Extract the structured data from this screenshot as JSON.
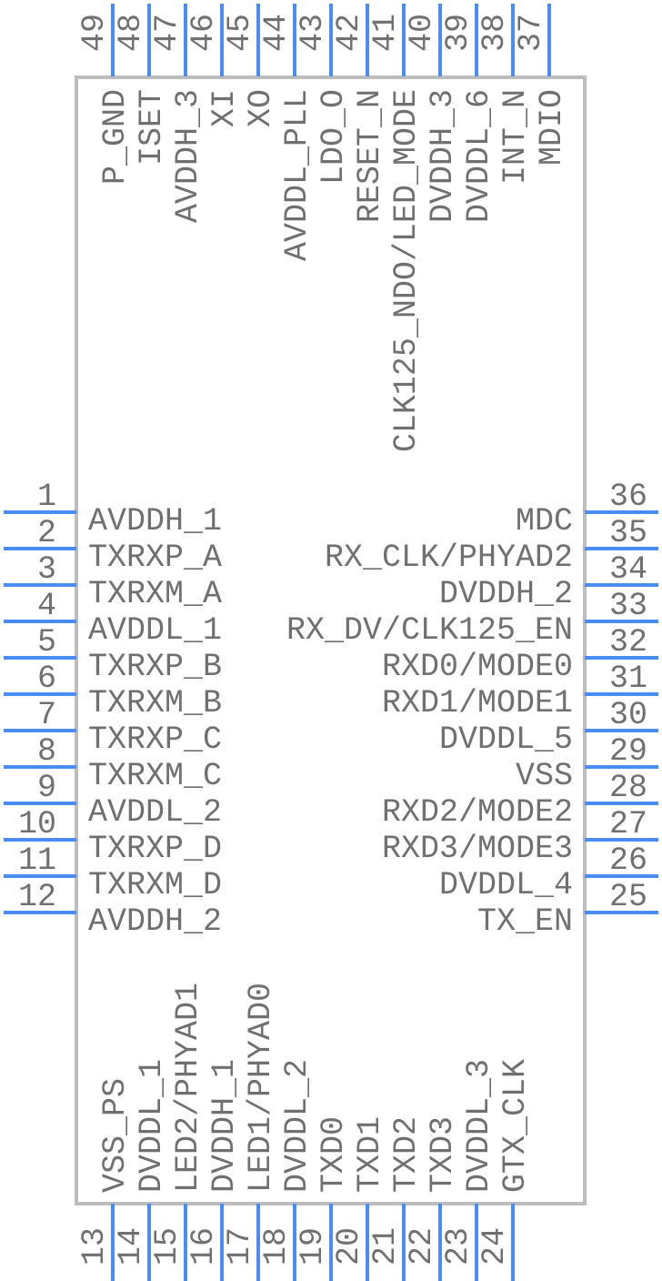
{
  "colors": {
    "pin": "#4a8cf7",
    "body": "#bdbdbd",
    "text": "#707070"
  },
  "pins": {
    "left": [
      {
        "num": "1",
        "name": "AVDDH_1"
      },
      {
        "num": "2",
        "name": "TXRXP_A"
      },
      {
        "num": "3",
        "name": "TXRXM_A"
      },
      {
        "num": "4",
        "name": "AVDDL_1"
      },
      {
        "num": "5",
        "name": "TXRXP_B"
      },
      {
        "num": "6",
        "name": "TXRXM_B"
      },
      {
        "num": "7",
        "name": "TXRXP_C"
      },
      {
        "num": "8",
        "name": "TXRXM_C"
      },
      {
        "num": "9",
        "name": "AVDDL_2"
      },
      {
        "num": "10",
        "name": "TXRXP_D"
      },
      {
        "num": "11",
        "name": "TXRXM_D"
      },
      {
        "num": "12",
        "name": "AVDDH_2"
      }
    ],
    "bottom": [
      {
        "num": "13",
        "name": "VSS_PS"
      },
      {
        "num": "14",
        "name": "DVDDL_1"
      },
      {
        "num": "15",
        "name": "LED2/PHYAD1"
      },
      {
        "num": "16",
        "name": "DVDDH_1"
      },
      {
        "num": "17",
        "name": "LED1/PHYAD0"
      },
      {
        "num": "18",
        "name": "DVDDL_2"
      },
      {
        "num": "19",
        "name": "TXD0"
      },
      {
        "num": "20",
        "name": "TXD1"
      },
      {
        "num": "21",
        "name": "TXD2"
      },
      {
        "num": "22",
        "name": "TXD3"
      },
      {
        "num": "23",
        "name": "DVDDL_3"
      },
      {
        "num": "24",
        "name": "GTX_CLK"
      }
    ],
    "right": [
      {
        "num": "36",
        "name": "MDC"
      },
      {
        "num": "35",
        "name": "RX_CLK/PHYAD2"
      },
      {
        "num": "34",
        "name": "DVDDH_2"
      },
      {
        "num": "33",
        "name": "RX_DV/CLK125_EN"
      },
      {
        "num": "32",
        "name": "RXD0/MODE0"
      },
      {
        "num": "31",
        "name": "RXD1/MODE1"
      },
      {
        "num": "30",
        "name": "DVDDL_5"
      },
      {
        "num": "29",
        "name": "VSS"
      },
      {
        "num": "28",
        "name": "RXD2/MODE2"
      },
      {
        "num": "27",
        "name": "RXD3/MODE3"
      },
      {
        "num": "26",
        "name": "DVDDL_4"
      },
      {
        "num": "25",
        "name": "TX_EN"
      }
    ],
    "top": [
      {
        "num": "49",
        "name": "P_GND"
      },
      {
        "num": "48",
        "name": "ISET"
      },
      {
        "num": "47",
        "name": "AVDDH_3"
      },
      {
        "num": "46",
        "name": "XI"
      },
      {
        "num": "45",
        "name": "XO"
      },
      {
        "num": "44",
        "name": "AVDDL_PLL"
      },
      {
        "num": "43",
        "name": "LDO_O"
      },
      {
        "num": "42",
        "name": "RESET_N"
      },
      {
        "num": "41",
        "name": "CLK125_NDO/LED_MODE"
      },
      {
        "num": "40",
        "name": "DVDDH_3"
      },
      {
        "num": "39",
        "name": "DVDDL_6"
      },
      {
        "num": "38",
        "name": "INT_N"
      },
      {
        "num": "37",
        "name": "MDIO"
      }
    ]
  }
}
